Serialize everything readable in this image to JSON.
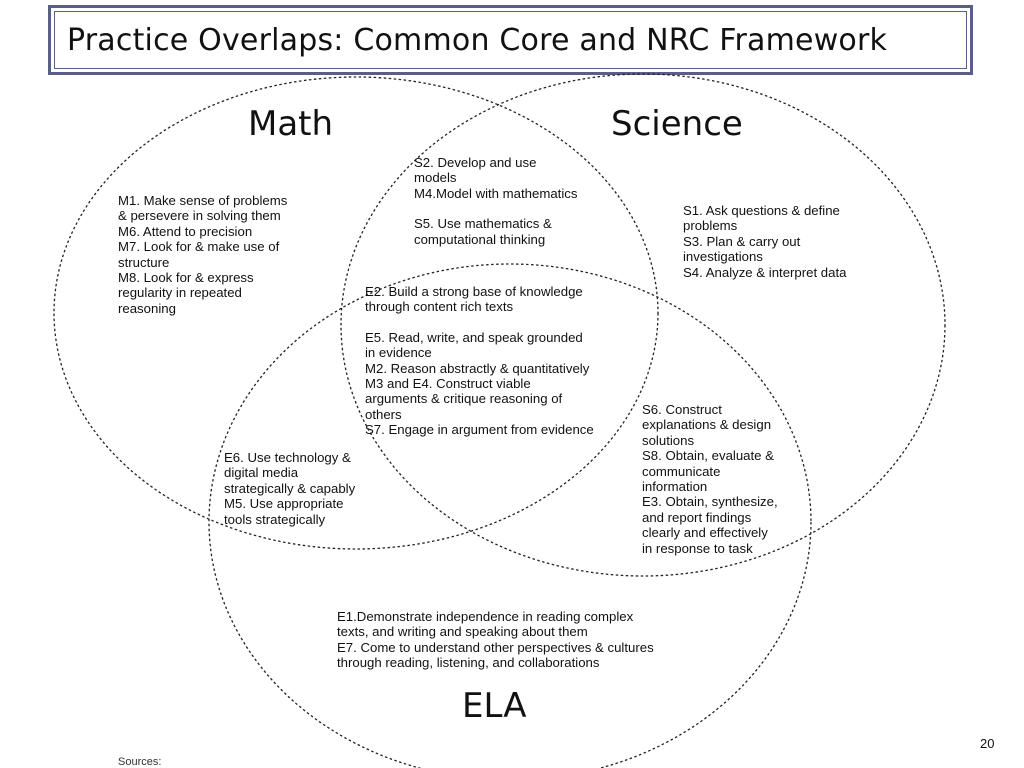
{
  "title": "Practice Overlaps: Common Core and NRC Framework",
  "sets": {
    "math": "Math",
    "science": "Science",
    "ela": "ELA"
  },
  "regions": {
    "math_only": [
      "M1. Make sense of problems",
      "& persevere in solving them",
      "M6. Attend to precision",
      "M7. Look for & make use of",
      "structure",
      "M8. Look for & express",
      "regularity in repeated",
      "reasoning"
    ],
    "math_science_1": [
      "S2. Develop and use",
      "models",
      "M4.Model with mathematics"
    ],
    "math_science_2": [
      "S5. Use mathematics &",
      "computational thinking"
    ],
    "science_only": [
      "S1. Ask questions & define",
      "problems",
      "S3. Plan & carry out",
      "investigations",
      "S4. Analyze & interpret data"
    ],
    "all_three_1": [
      "E2. Build a strong base of knowledge",
      "through content rich texts"
    ],
    "all_three_2": [
      "E5. Read, write, and speak grounded",
      "in evidence",
      "M2. Reason abstractly & quantitatively",
      "M3 and E4. Construct viable",
      "arguments & critique reasoning of",
      "others",
      "S7. Engage in argument from evidence"
    ],
    "math_ela": [
      "E6. Use technology &",
      "digital media",
      "strategically & capably",
      "M5. Use appropriate",
      "tools strategically"
    ],
    "science_ela": [
      "S6. Construct",
      "explanations & design",
      "solutions",
      "S8. Obtain, evaluate &",
      "communicate",
      "information",
      "E3. Obtain, synthesize,",
      "and report findings",
      "clearly and effectively",
      "in response to task"
    ],
    "ela_only": [
      "E1.Demonstrate independence in reading complex",
      "texts, and writing and speaking about them",
      "E7. Come to understand other perspectives & cultures",
      "through reading, listening, and collaborations"
    ]
  },
  "page_number": "20",
  "sources_label": "Sources:",
  "colors": {
    "frame": "#5a5f8a",
    "circle_stroke": "#222222"
  }
}
